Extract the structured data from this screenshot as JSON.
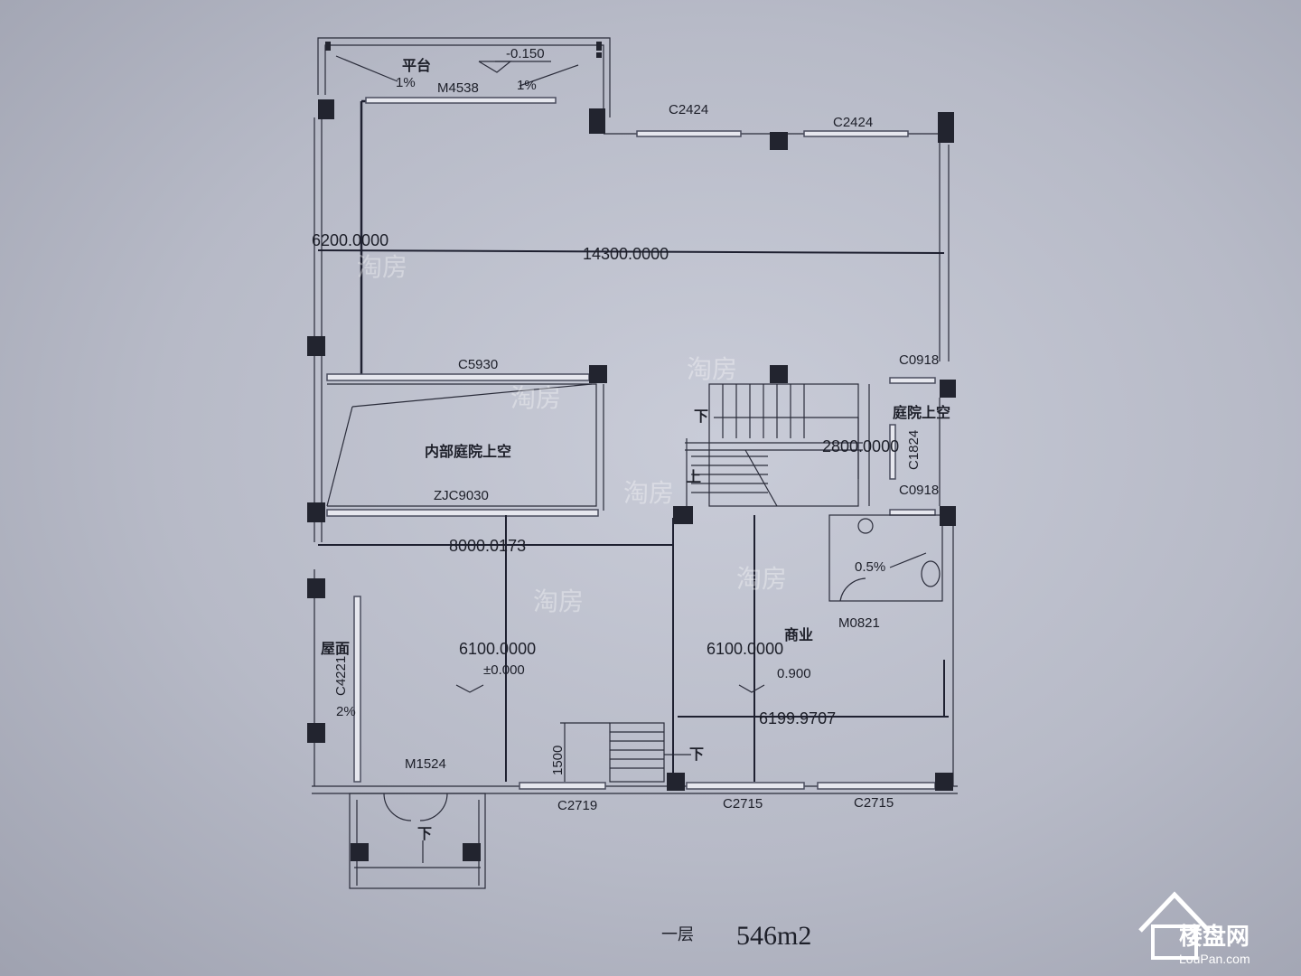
{
  "plan": {
    "labels": {
      "terrace": "平台",
      "elev_top": "-0.150",
      "slope_1a": "1%",
      "slope_1b": "1%",
      "door_m4538": "M4538",
      "win_c2424_a": "C2424",
      "win_c2424_b": "C2424",
      "dim_6200": "6200.0000",
      "dim_14300": "14300.0000",
      "win_c5930": "C5930",
      "win_c0918_a": "C0918",
      "win_c0918_b": "C0918",
      "courtyard_void_inner": "内部庭院上空",
      "courtyard_void_side": "庭院上空",
      "win_zjc9030": "ZJC9030",
      "dim_2800": "2800.0000",
      "win_c1824": "C1824",
      "stair_down_1": "下",
      "stair_up": "上",
      "dim_8000": "8000.0173",
      "slope_05": "0.5%",
      "door_m0821": "M0821",
      "roof": "屋面",
      "win_c4221": "C4221",
      "slope_2": "2%",
      "dim_6100_a": "6100.0000",
      "elev_main": "±0.000",
      "dim_6100_b": "6100.0000",
      "commercial": "商业",
      "elev_comm": "0.900",
      "dim_6199": "6199.9707",
      "dim_1500": "1500",
      "stair_down_2": "下",
      "door_m1524": "M1524",
      "win_c2719": "C2719",
      "win_c2715_a": "C2715",
      "win_c2715_b": "C2715",
      "stair_down_3": "下"
    },
    "watermarks": [
      "淘房",
      "淘房",
      "淘房",
      "淘房",
      "淘房",
      "淘房"
    ],
    "caption": {
      "floor": "一层",
      "area": "546m2"
    }
  },
  "logo": {
    "name_cn": "楼盘网",
    "name_en": "LouPan.com"
  },
  "colors": {
    "paper": "#c2c5d2",
    "ink": "#1d1f29"
  }
}
